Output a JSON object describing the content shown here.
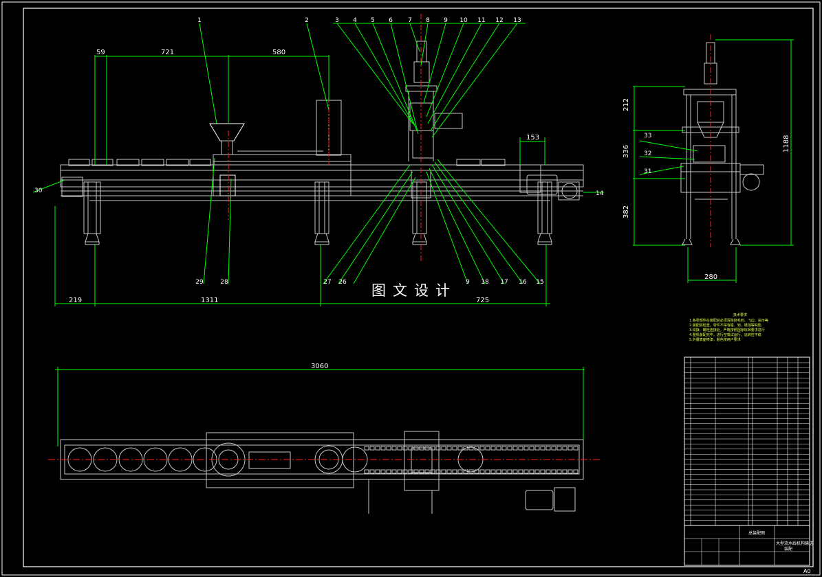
{
  "watermark": "图文设计",
  "paper_size": "A0",
  "front_view": {
    "dims": {
      "d59": "59",
      "d721": "721",
      "d580": "580",
      "d219": "219",
      "d1311": "1311",
      "d725": "725",
      "d153": "153"
    },
    "balloons_top": [
      "1",
      "2",
      "3",
      "4",
      "5",
      "6",
      "7",
      "8",
      "9",
      "10",
      "11",
      "12",
      "13"
    ],
    "balloons_bottom": [
      "29",
      "28",
      "27",
      "26",
      "9",
      "18",
      "17",
      "16",
      "15"
    ],
    "balloon_left": "30",
    "balloon_right": "14"
  },
  "side_view": {
    "dims": {
      "d212": "212",
      "d336": "336",
      "d382": "382",
      "d1188": "1188",
      "d280": "280"
    },
    "balloons": [
      "33",
      "32",
      "31"
    ]
  },
  "top_view": {
    "dims": {
      "d3060": "3060"
    }
  },
  "notes": {
    "title": "技术要求",
    "items": [
      "1.各零部件在装配前必须清除掉毛刺、飞边、油污等",
      "2.装配前检查，零件不得有碰、划、锈蚀等缺陷",
      "3.焊接、螺栓连接处，严格按照国家标准要求进行",
      "4.整机装配完毕，进行空载试运行，运转应平稳",
      "5.外露表面喷漆，颜色按用户要求"
    ]
  },
  "title_block": {
    "drawing_title": "总装配图",
    "machine_name": "大型流水线机构输送",
    "sub_name": "装配"
  },
  "colors": {
    "line": "#ffffff",
    "dim": "#00ff00",
    "center": "#ff2020",
    "detail": "#c8c8c8",
    "yellow": "#e8ff4a"
  }
}
